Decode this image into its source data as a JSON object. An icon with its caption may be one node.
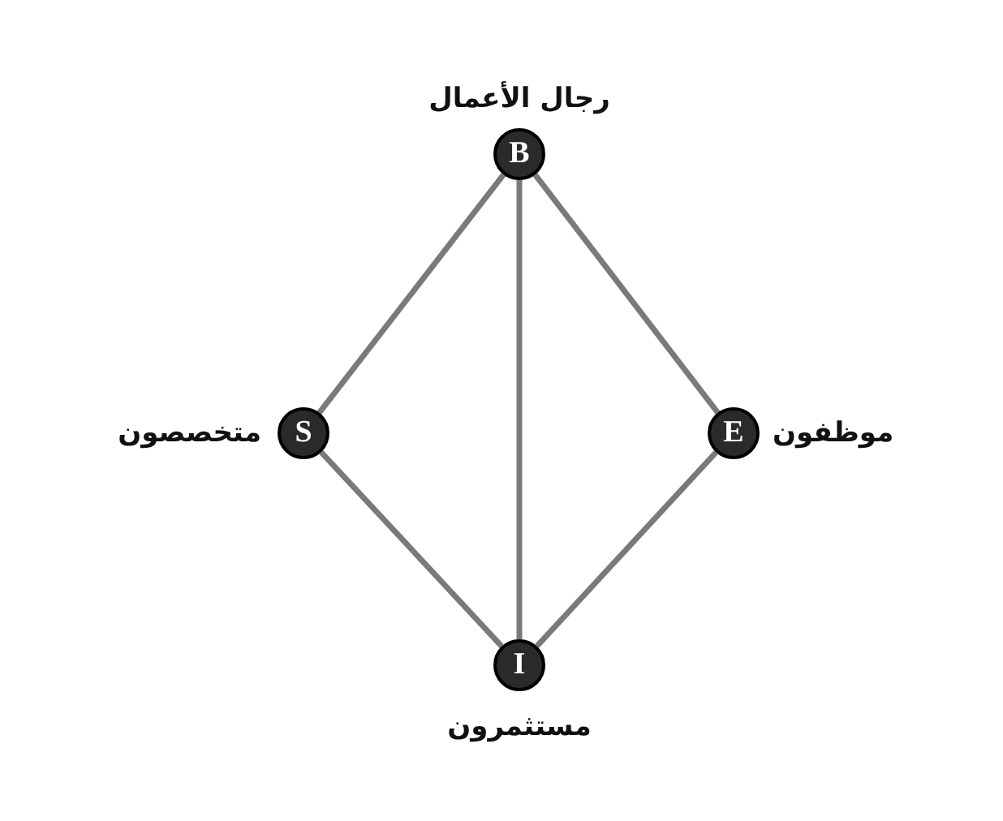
{
  "diagram": {
    "nodes": [
      {
        "text": [
          "B"
        ],
        "beside": [
          "رجال الأعمال"
        ]
      },
      {
        "text": [
          "S"
        ],
        "beside": [
          "متخصصون"
        ]
      },
      {
        "text": [
          "E"
        ],
        "beside": [
          "موظفون"
        ]
      },
      {
        "text": [
          "I"
        ],
        "beside": [
          "مستثمرون"
        ]
      }
    ],
    "edges": [
      {
        "from": 0,
        "to": 1,
        "arrow": "none"
      },
      {
        "from": 0,
        "to": 3,
        "arrow": "none"
      },
      {
        "from": 0,
        "to": 2,
        "arrow": "none"
      },
      {
        "from": 1,
        "to": 3,
        "arrow": "none"
      },
      {
        "from": 2,
        "to": 3,
        "arrow": "none"
      }
    ]
  }
}
